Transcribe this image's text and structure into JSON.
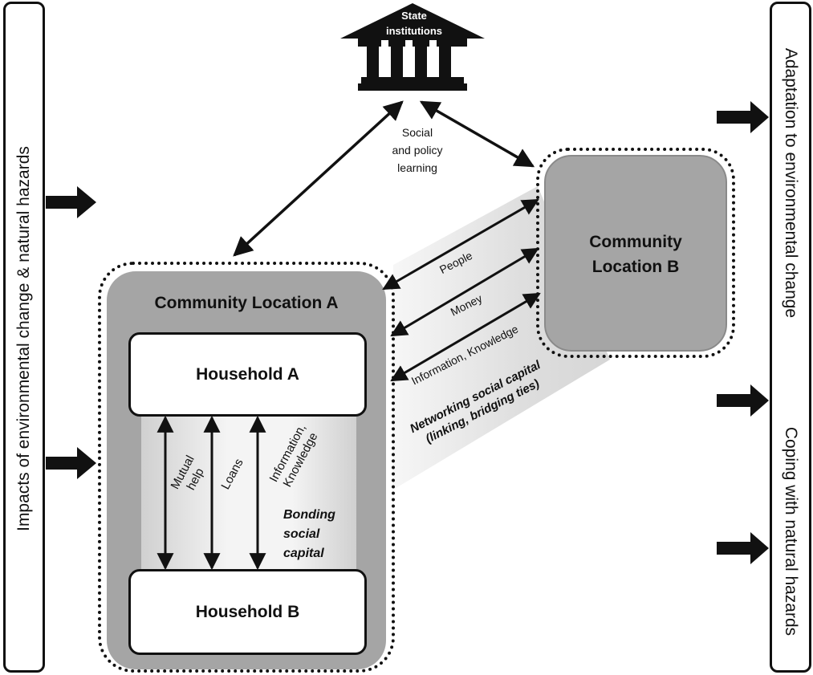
{
  "left_panel": {
    "label": "Impacts of environmental change & natural hazards"
  },
  "right_panel": {
    "label_top": "Adaptation to environmental change",
    "label_bottom": "Coping with natural hazards"
  },
  "state": {
    "label": "State\ninstitutions",
    "icon": "building-icon"
  },
  "social_learning": {
    "label": "Social\nand policy\nlearning"
  },
  "community_a": {
    "title": "Community Location A",
    "household_a": "Household A",
    "household_b": "Household B",
    "flows": [
      "Mutual\nhelp",
      "Loans",
      "Information,\nKnowledge"
    ],
    "bonding_label": "Bonding\nsocial\ncapital"
  },
  "community_b": {
    "title": "Community\nLocation B"
  },
  "links": {
    "people": "People",
    "money": "Money",
    "information": "Information, Knowledge",
    "networking_label": "Networking social capital\n(linking, bridging ties)"
  },
  "colors": {
    "community_fill": "#a5a5a5",
    "line": "#111111",
    "panel_bg": "#ffffff"
  }
}
